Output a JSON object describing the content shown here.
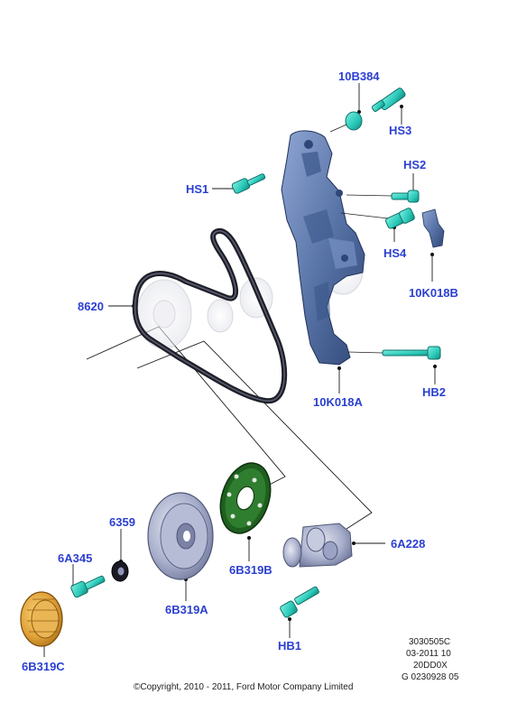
{
  "diagram": {
    "callouts": {
      "p10B384": "10B384",
      "HS3": "HS3",
      "HS2": "HS2",
      "HS1": "HS1",
      "HS4": "HS4",
      "p10K018B": "10K018B",
      "p8620": "8620",
      "p10K018A": "10K018A",
      "HB2": "HB2",
      "p6359": "6359",
      "p6A345": "6A345",
      "p6B319B": "6B319B",
      "p6A228": "6A228",
      "p6B319A": "6B319A",
      "HB1": "HB1",
      "p6B319C": "6B319C"
    },
    "reference_codes": [
      "3030505C",
      "03-2011 10",
      "20DD0X",
      "G 0230928 05"
    ],
    "copyright": "©Copyright, 2010 - 2011, Ford Motor Company Limited"
  },
  "colors": {
    "label_blue": "#2b3fd1",
    "bracket_steel": "#5a75a8",
    "bolt_cyan": "#28c7b7",
    "pulley_grey": "#9aa3c4",
    "tensioner_green": "#1f5f1f",
    "gold_pulley": "#e3a43a"
  }
}
